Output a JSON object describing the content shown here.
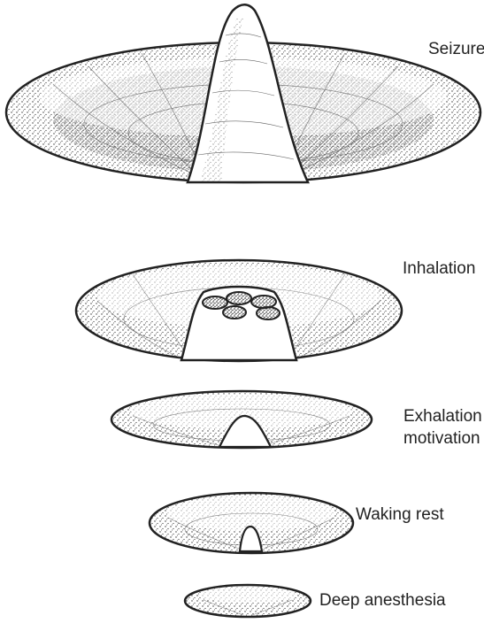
{
  "labels": {
    "seizure": "Seizure",
    "inhalation": "Inhalation",
    "exhalation_line1": "Exhalation",
    "exhalation_line2": "motivation",
    "waking_rest": "Waking rest",
    "deep_anesthesia": "Deep anesthesia"
  },
  "colors": {
    "ink": "#222222",
    "background": "#ffffff"
  }
}
